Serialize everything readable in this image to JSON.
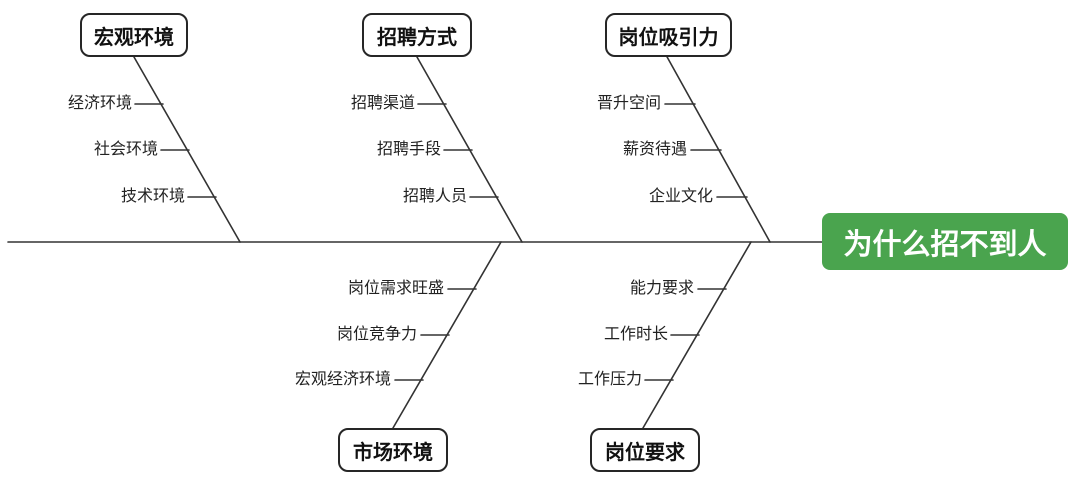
{
  "diagram": {
    "type": "fishbone",
    "problem": {
      "label": "为什么招不到人",
      "bg_color": "#4aa44e",
      "text_color": "#ffffff"
    },
    "line_color": "#333333",
    "branches": [
      {
        "label": "宏观环境",
        "side": "top",
        "items": [
          "经济环境",
          "社会环境",
          "技术环境"
        ]
      },
      {
        "label": "招聘方式",
        "side": "top",
        "items": [
          "招聘渠道",
          "招聘手段",
          "招聘人员"
        ]
      },
      {
        "label": "岗位吸引力",
        "side": "top",
        "items": [
          "晋升空间",
          "薪资待遇",
          "企业文化"
        ]
      },
      {
        "label": "市场环境",
        "side": "bottom",
        "items": [
          "岗位需求旺盛",
          "岗位竞争力",
          "宏观经济环境"
        ]
      },
      {
        "label": "岗位要求",
        "side": "bottom",
        "items": [
          "能力要求",
          "工作时长",
          "工作压力"
        ]
      }
    ]
  }
}
